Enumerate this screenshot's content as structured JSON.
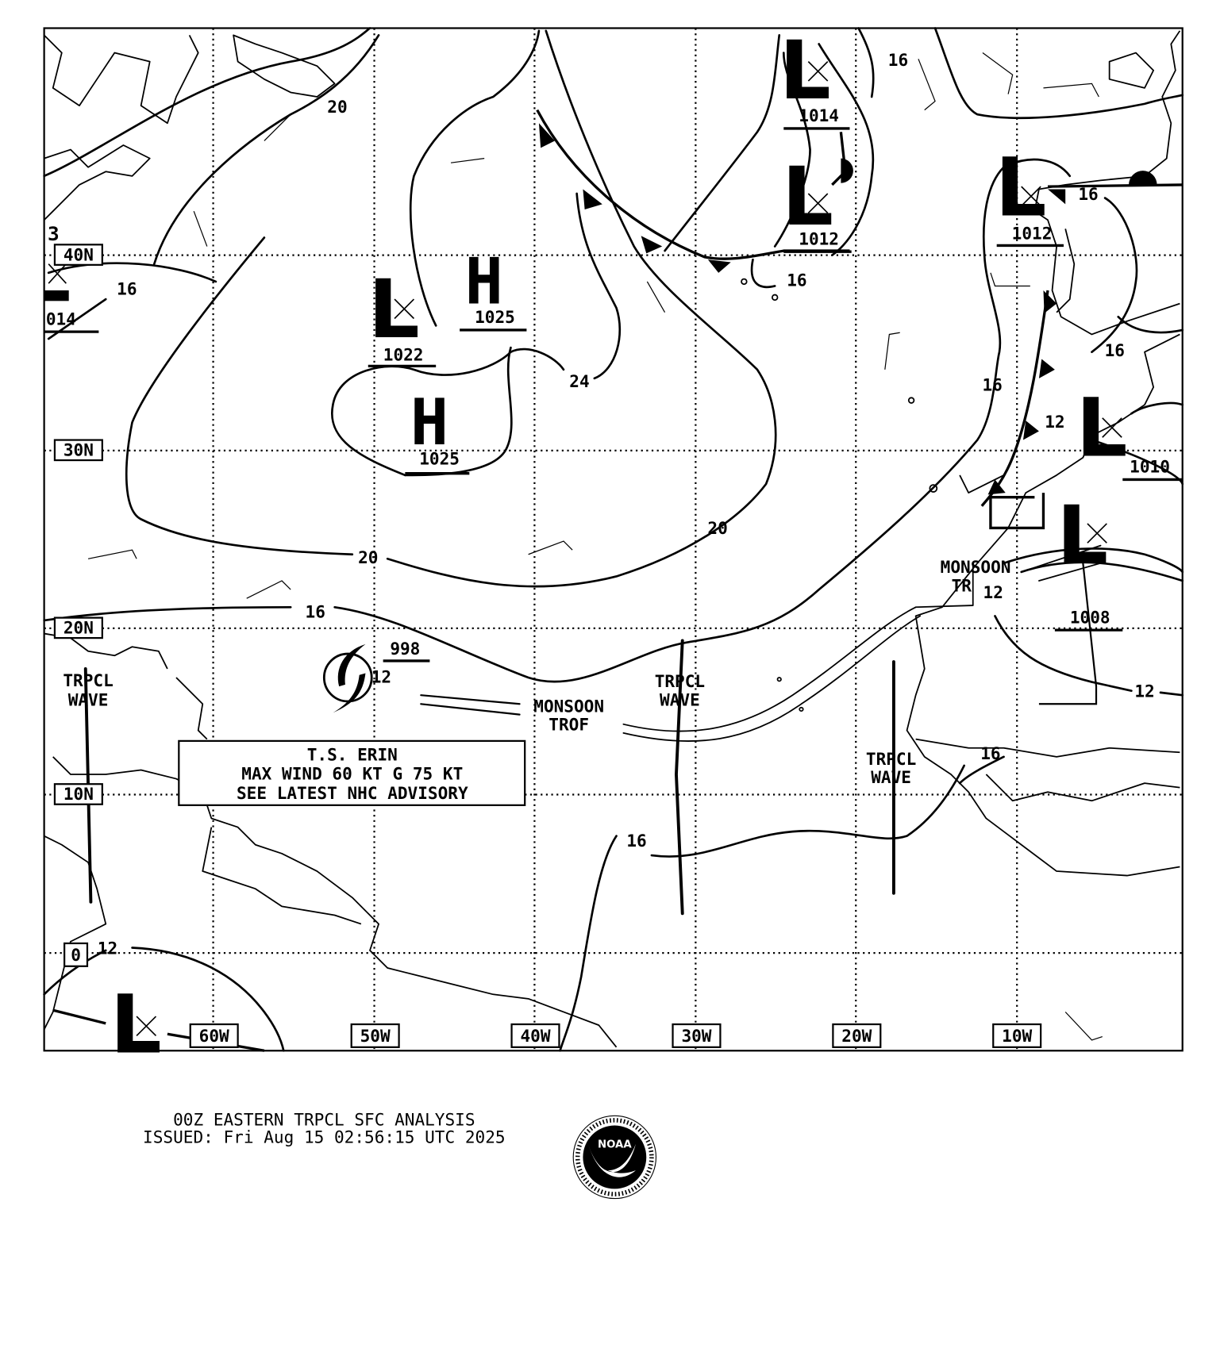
{
  "chart_title": "00Z EASTERN TRPCL SFC ANALYSIS",
  "issued": "ISSUED: Fri Aug 15 02:56:15 UTC 2025",
  "logo": {
    "name": "NOAA",
    "ring_text": "NATIONAL OCEANIC AND ATMOSPHERIC ADMINISTRATION U.S. DEPARTMENT OF COMMERCE"
  },
  "lat_labels": [
    "40N",
    "30N",
    "20N",
    "10N",
    "0"
  ],
  "lon_labels": [
    "60W",
    "50W",
    "40W",
    "30W",
    "20W",
    "10W"
  ],
  "pressure_centers": [
    {
      "type": "L",
      "pressure": "1022"
    },
    {
      "type": "H",
      "pressure": "1025"
    },
    {
      "type": "H",
      "pressure": "1025"
    },
    {
      "type": "L",
      "pressure": "1014"
    },
    {
      "type": "L",
      "pressure": "1012"
    },
    {
      "type": "L",
      "pressure": "1012"
    },
    {
      "type": "L",
      "pressure": "1010"
    },
    {
      "type": "L",
      "pressure": "1008"
    },
    {
      "type": "L",
      "pressure": "014"
    },
    {
      "type": "L",
      "pressure": ""
    }
  ],
  "isobar_labels": [
    "20",
    "16",
    "16",
    "16",
    "16",
    "24",
    "16",
    "16",
    "12",
    "20",
    "20",
    "16",
    "12",
    "12",
    "16",
    "16",
    "12",
    "3"
  ],
  "storm": {
    "pressure": "998",
    "isobar": "12",
    "box_lines": [
      "T.S. ERIN",
      "MAX WIND 60 KT G 75 KT",
      "SEE LATEST NHC ADVISORY"
    ]
  },
  "features": {
    "monsoon_trof_1": [
      "MONSOON",
      "TROF"
    ],
    "monsoon_trof_2": [
      "MONSOON",
      "TR"
    ],
    "tropical_waves": [
      [
        "TRPCL",
        "WAVE"
      ],
      [
        "TRPCL",
        "WAVE"
      ],
      [
        "TRPCL",
        "WAVE"
      ]
    ]
  }
}
